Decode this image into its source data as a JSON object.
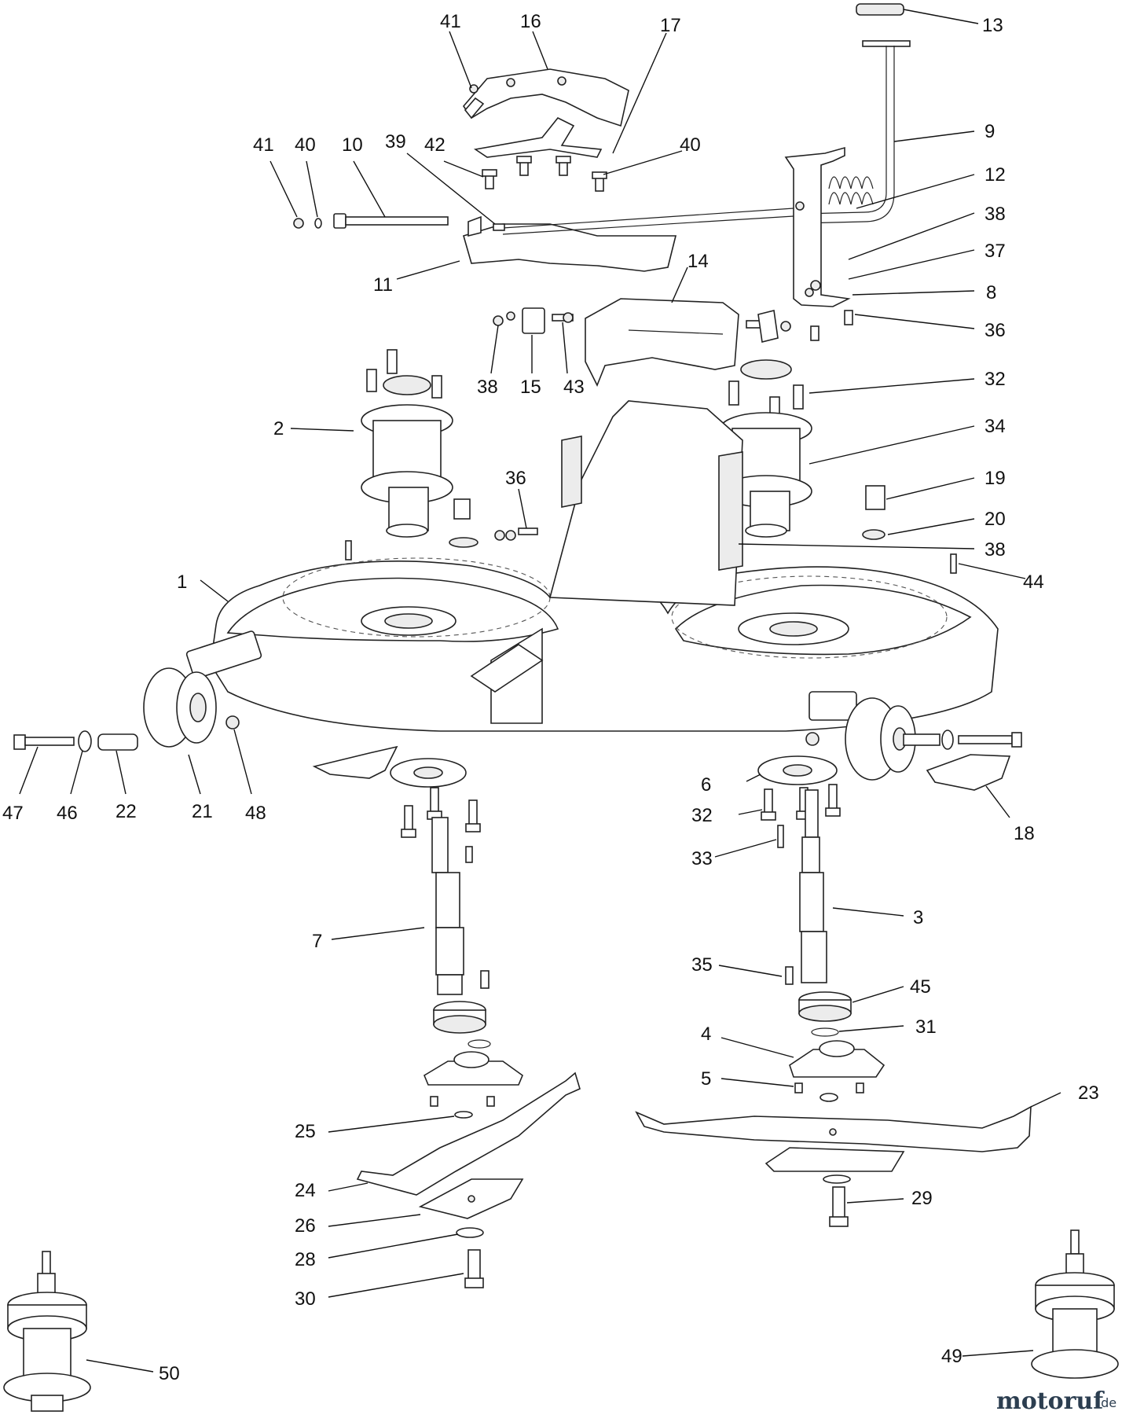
{
  "diagram": {
    "watermark": {
      "brand": "motoruf",
      "suffix": ".de",
      "accent": "#c0392b",
      "ink": "#2c3e50"
    },
    "colors": {
      "ink": "#222222",
      "fill": "#ffffff",
      "shade": "#ececec"
    },
    "callouts": [
      {
        "id": "c-41a",
        "label": "41"
      },
      {
        "id": "c-16",
        "label": "16"
      },
      {
        "id": "c-17",
        "label": "17"
      },
      {
        "id": "c-13",
        "label": "13"
      },
      {
        "id": "c-9",
        "label": "9"
      },
      {
        "id": "c-41b",
        "label": "41"
      },
      {
        "id": "c-40a",
        "label": "40"
      },
      {
        "id": "c-10",
        "label": "10"
      },
      {
        "id": "c-39",
        "label": "39"
      },
      {
        "id": "c-42",
        "label": "42"
      },
      {
        "id": "c-40b",
        "label": "40"
      },
      {
        "id": "c-12",
        "label": "12"
      },
      {
        "id": "c-38a",
        "label": "38"
      },
      {
        "id": "c-37",
        "label": "37"
      },
      {
        "id": "c-8",
        "label": "8"
      },
      {
        "id": "c-11",
        "label": "11"
      },
      {
        "id": "c-14",
        "label": "14"
      },
      {
        "id": "c-36a",
        "label": "36"
      },
      {
        "id": "c-38b",
        "label": "38"
      },
      {
        "id": "c-15",
        "label": "15"
      },
      {
        "id": "c-43",
        "label": "43"
      },
      {
        "id": "c-32a",
        "label": "32"
      },
      {
        "id": "c-2",
        "label": "2"
      },
      {
        "id": "c-34",
        "label": "34"
      },
      {
        "id": "c-36b",
        "label": "36"
      },
      {
        "id": "c-19",
        "label": "19"
      },
      {
        "id": "c-20",
        "label": "20"
      },
      {
        "id": "c-38c",
        "label": "38"
      },
      {
        "id": "c-1",
        "label": "1"
      },
      {
        "id": "c-44",
        "label": "44"
      },
      {
        "id": "c-47",
        "label": "47"
      },
      {
        "id": "c-46",
        "label": "46"
      },
      {
        "id": "c-22",
        "label": "22"
      },
      {
        "id": "c-21",
        "label": "21"
      },
      {
        "id": "c-48",
        "label": "48"
      },
      {
        "id": "c-6",
        "label": "6"
      },
      {
        "id": "c-18",
        "label": "18"
      },
      {
        "id": "c-32b",
        "label": "32"
      },
      {
        "id": "c-33",
        "label": "33"
      },
      {
        "id": "c-7",
        "label": "7"
      },
      {
        "id": "c-3",
        "label": "3"
      },
      {
        "id": "c-35",
        "label": "35"
      },
      {
        "id": "c-45",
        "label": "45"
      },
      {
        "id": "c-31",
        "label": "31"
      },
      {
        "id": "c-4",
        "label": "4"
      },
      {
        "id": "c-5",
        "label": "5"
      },
      {
        "id": "c-23",
        "label": "23"
      },
      {
        "id": "c-25",
        "label": "25"
      },
      {
        "id": "c-24",
        "label": "24"
      },
      {
        "id": "c-29",
        "label": "29"
      },
      {
        "id": "c-26",
        "label": "26"
      },
      {
        "id": "c-28",
        "label": "28"
      },
      {
        "id": "c-30",
        "label": "30"
      },
      {
        "id": "c-50",
        "label": "50"
      },
      {
        "id": "c-49",
        "label": "49"
      }
    ]
  }
}
